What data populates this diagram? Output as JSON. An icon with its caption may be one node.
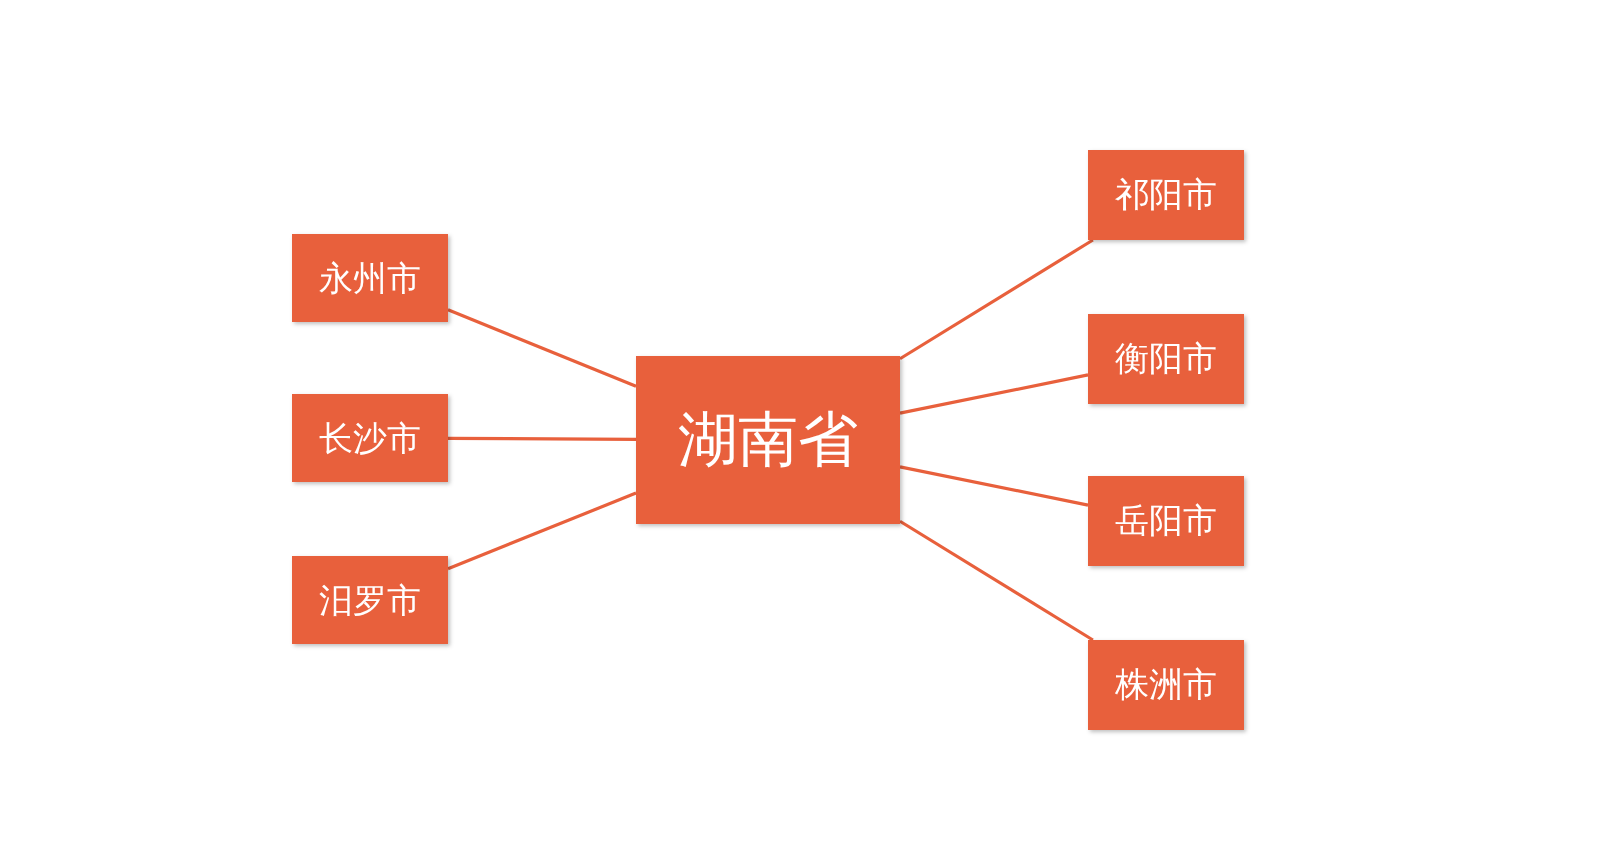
{
  "diagram": {
    "nodes": [
      {
        "text": [
          "湖南省"
        ]
      },
      {
        "text": [
          "永州市"
        ]
      },
      {
        "text": [
          "长沙市"
        ]
      },
      {
        "text": [
          "汨罗市"
        ]
      },
      {
        "text": [
          "祁阳市"
        ]
      },
      {
        "text": [
          "衡阳市"
        ]
      },
      {
        "text": [
          "岳阳市"
        ]
      },
      {
        "text": [
          "株洲市"
        ]
      }
    ],
    "edges": [
      {
        "from": 0,
        "to": 1,
        "arrow": "none"
      },
      {
        "from": 0,
        "to": 2,
        "arrow": "none"
      },
      {
        "from": 0,
        "to": 3,
        "arrow": "none"
      },
      {
        "from": 0,
        "to": 4,
        "arrow": "none"
      },
      {
        "from": 0,
        "to": 5,
        "arrow": "none"
      },
      {
        "from": 0,
        "to": 6,
        "arrow": "none"
      },
      {
        "from": 0,
        "to": 7,
        "arrow": "none"
      }
    ]
  }
}
